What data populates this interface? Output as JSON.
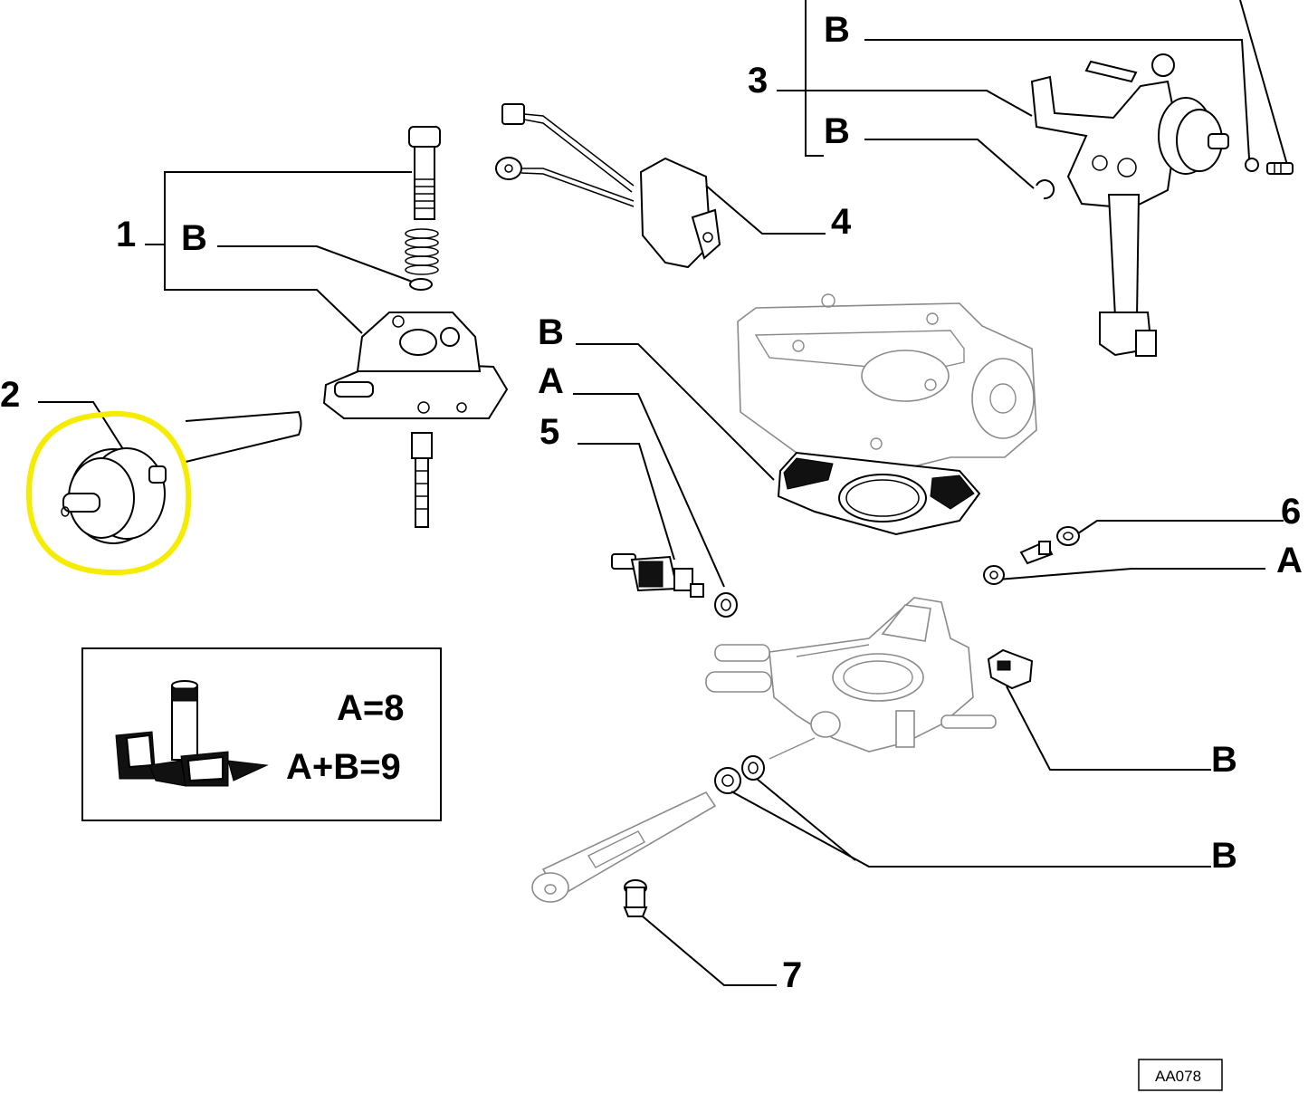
{
  "callouts": {
    "c1": "1",
    "c1_b": "B",
    "c2": "2",
    "c3": "3",
    "c3_b_top": "B",
    "c3_b_bottom": "B",
    "c4": "4",
    "c5": "5",
    "c5_b": "B",
    "c5_a": "A",
    "c6": "6",
    "c6_a": "A",
    "c7": "7",
    "right_b_upper": "B",
    "right_b_lower": "B"
  },
  "kit_box": {
    "line1": "A=8",
    "line2": "A+B=9"
  },
  "drawing_code": "AA078",
  "highlight": {
    "color": "#f5ec00",
    "target": "2"
  }
}
